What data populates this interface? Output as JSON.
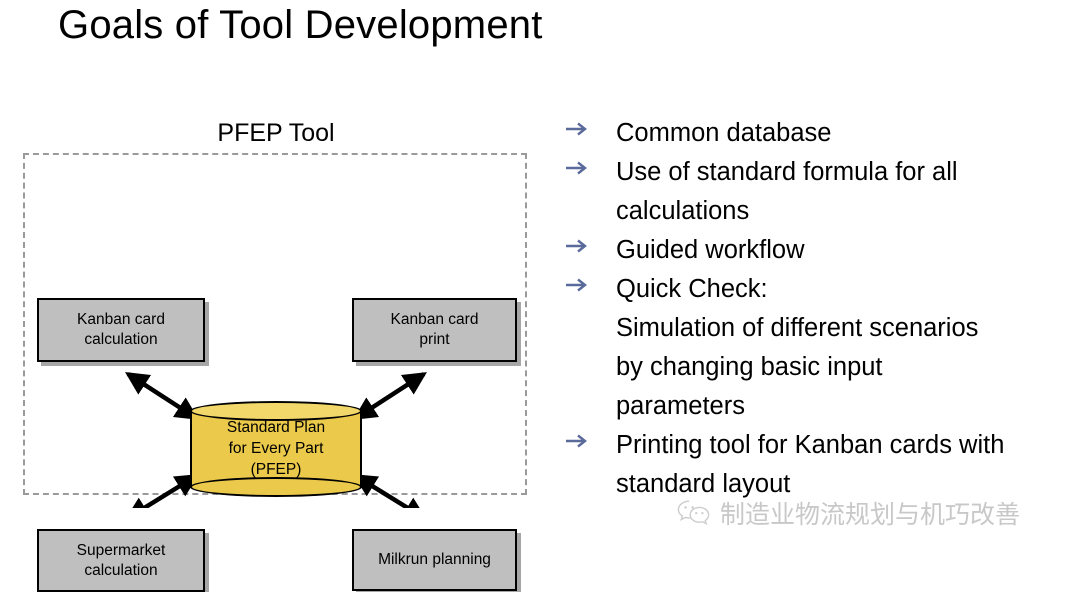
{
  "slide": {
    "title": "Goals of Tool Development"
  },
  "diagram": {
    "container_label": "PFEP Tool",
    "center_node": {
      "name": "pfep-database",
      "lines": [
        "Standard Plan",
        "for Every Part",
        "(PFEP)"
      ],
      "fill_color": "#eac94b",
      "shape": "cylinder"
    },
    "nodes": [
      {
        "id": "kanban-card-calculation",
        "lines": [
          "Kanban card",
          "calculation"
        ],
        "fill_color": "#bfbfbf"
      },
      {
        "id": "kanban-card-print",
        "lines": [
          "Kanban card",
          "print"
        ],
        "fill_color": "#bfbfbf"
      },
      {
        "id": "supermarket-calculation",
        "lines": [
          "Supermarket",
          "calculation"
        ],
        "fill_color": "#bfbfbf"
      },
      {
        "id": "milkrun-planning",
        "lines": [
          "Milkrun planning"
        ],
        "fill_color": "#bfbfbf"
      }
    ],
    "connector_style": "double-headed-arrow",
    "connector_color": "#000000",
    "border_style": "dashed",
    "border_color": "#9a9a9a"
  },
  "bullets": {
    "marker_icon": "arrow-right-icon",
    "marker_color": "#5a6a9a",
    "items": [
      {
        "marker": true,
        "text": "Common database"
      },
      {
        "marker": true,
        "text": "Use of standard formula for all\ncalculations"
      },
      {
        "marker": true,
        "text": "Guided workflow"
      },
      {
        "marker": true,
        "text": "Quick Check:"
      },
      {
        "marker": false,
        "text": "Simulation of different scenarios\nby changing basic input\nparameters"
      },
      {
        "marker": true,
        "text": "Printing tool for Kanban cards with\nstandard layout"
      }
    ]
  },
  "watermark": {
    "icon": "wechat-icon",
    "text": "制造业物流规划与机巧改善",
    "color": "#c8c8c8"
  }
}
